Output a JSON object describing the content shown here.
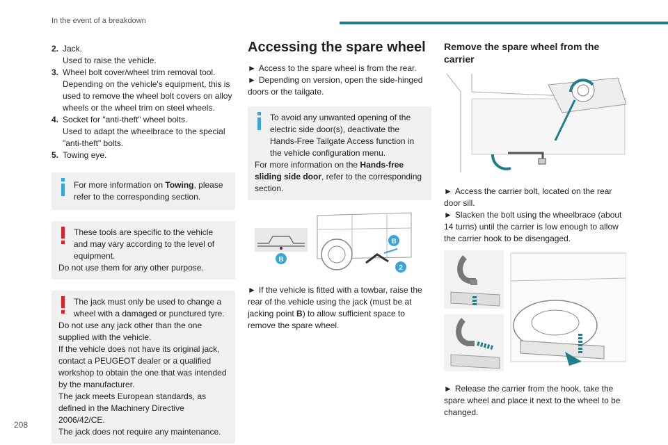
{
  "header": {
    "title": "In the event of a breakdown"
  },
  "page_number": "208",
  "col1": {
    "items": [
      {
        "num": "2.",
        "title": "Jack.",
        "desc": "Used to raise the vehicle."
      },
      {
        "num": "3.",
        "title": "Wheel bolt cover/wheel trim removal tool.",
        "desc": "Depending on the vehicle's equipment, this is used to remove the wheel bolt covers on alloy wheels or the wheel trim on steel wheels."
      },
      {
        "num": "4.",
        "title": "Socket for \"anti-theft\" wheel bolts.",
        "desc": "Used to adapt the wheelbrace to the special \"anti-theft\" bolts."
      },
      {
        "num": "5.",
        "title": "Towing eye.",
        "desc": ""
      }
    ],
    "info_note": {
      "pre": "For more information on ",
      "bold": "Towing",
      "post": ", please refer to the corresponding section."
    },
    "warning1": {
      "line1": "These tools are specific to the vehicle and may vary according to the level of equipment.",
      "line2": "Do not use them for any other purpose."
    },
    "warning2": {
      "line1": "The jack must only be used to change a wheel with a damaged or punctured tyre.",
      "line2": "Do not use any jack other than the one supplied with the vehicle.",
      "line3": "If the vehicle does not have its original jack, contact a PEUGEOT dealer or a qualified workshop to obtain the one that was intended by the manufacturer.",
      "line4": "The jack meets European standards, as defined in the Machinery Directive 2006/42/CE.",
      "line5": "The jack does not require any maintenance."
    }
  },
  "col2": {
    "heading": "Accessing the spare wheel",
    "bullet1": "Access to the spare wheel is from the rear.",
    "bullet2": "Depending on version, open the side-hinged doors or the tailgate.",
    "info": {
      "line1": "To avoid any unwanted opening of the electric side door(s), deactivate the Hands-Free Tailgate Access function in the vehicle configuration menu.",
      "line2_pre": "For more information on the ",
      "line2_bold": "Hands-free sliding side door",
      "line2_post": ", refer to the corresponding section."
    },
    "figure": {
      "label_b1": "B",
      "label_b2": "B",
      "label_2": "2"
    },
    "bullet3_pre": "If the vehicle is fitted with a towbar, raise the rear of the vehicle using the jack (must be at jacking point ",
    "bullet3_bold": "B",
    "bullet3_post": ") to allow sufficient space to remove the spare wheel."
  },
  "col3": {
    "heading": "Remove the spare wheel from the carrier",
    "bullet1": "Access the carrier bolt, located on the rear door sill.",
    "bullet2": "Slacken the bolt using the wheelbrace (about 14 turns) until the carrier is low enough to allow the carrier hook to be disengaged.",
    "bullet3": "Release the carrier from the hook, take the spare wheel and place it next to the wheel to be changed."
  },
  "bullet_glyph": "►",
  "colors": {
    "accent": "#1e7f8a",
    "info_icon": "#3aa3d8",
    "warning_icon": "#d9232e",
    "note_bg": "#f0f0f0"
  }
}
